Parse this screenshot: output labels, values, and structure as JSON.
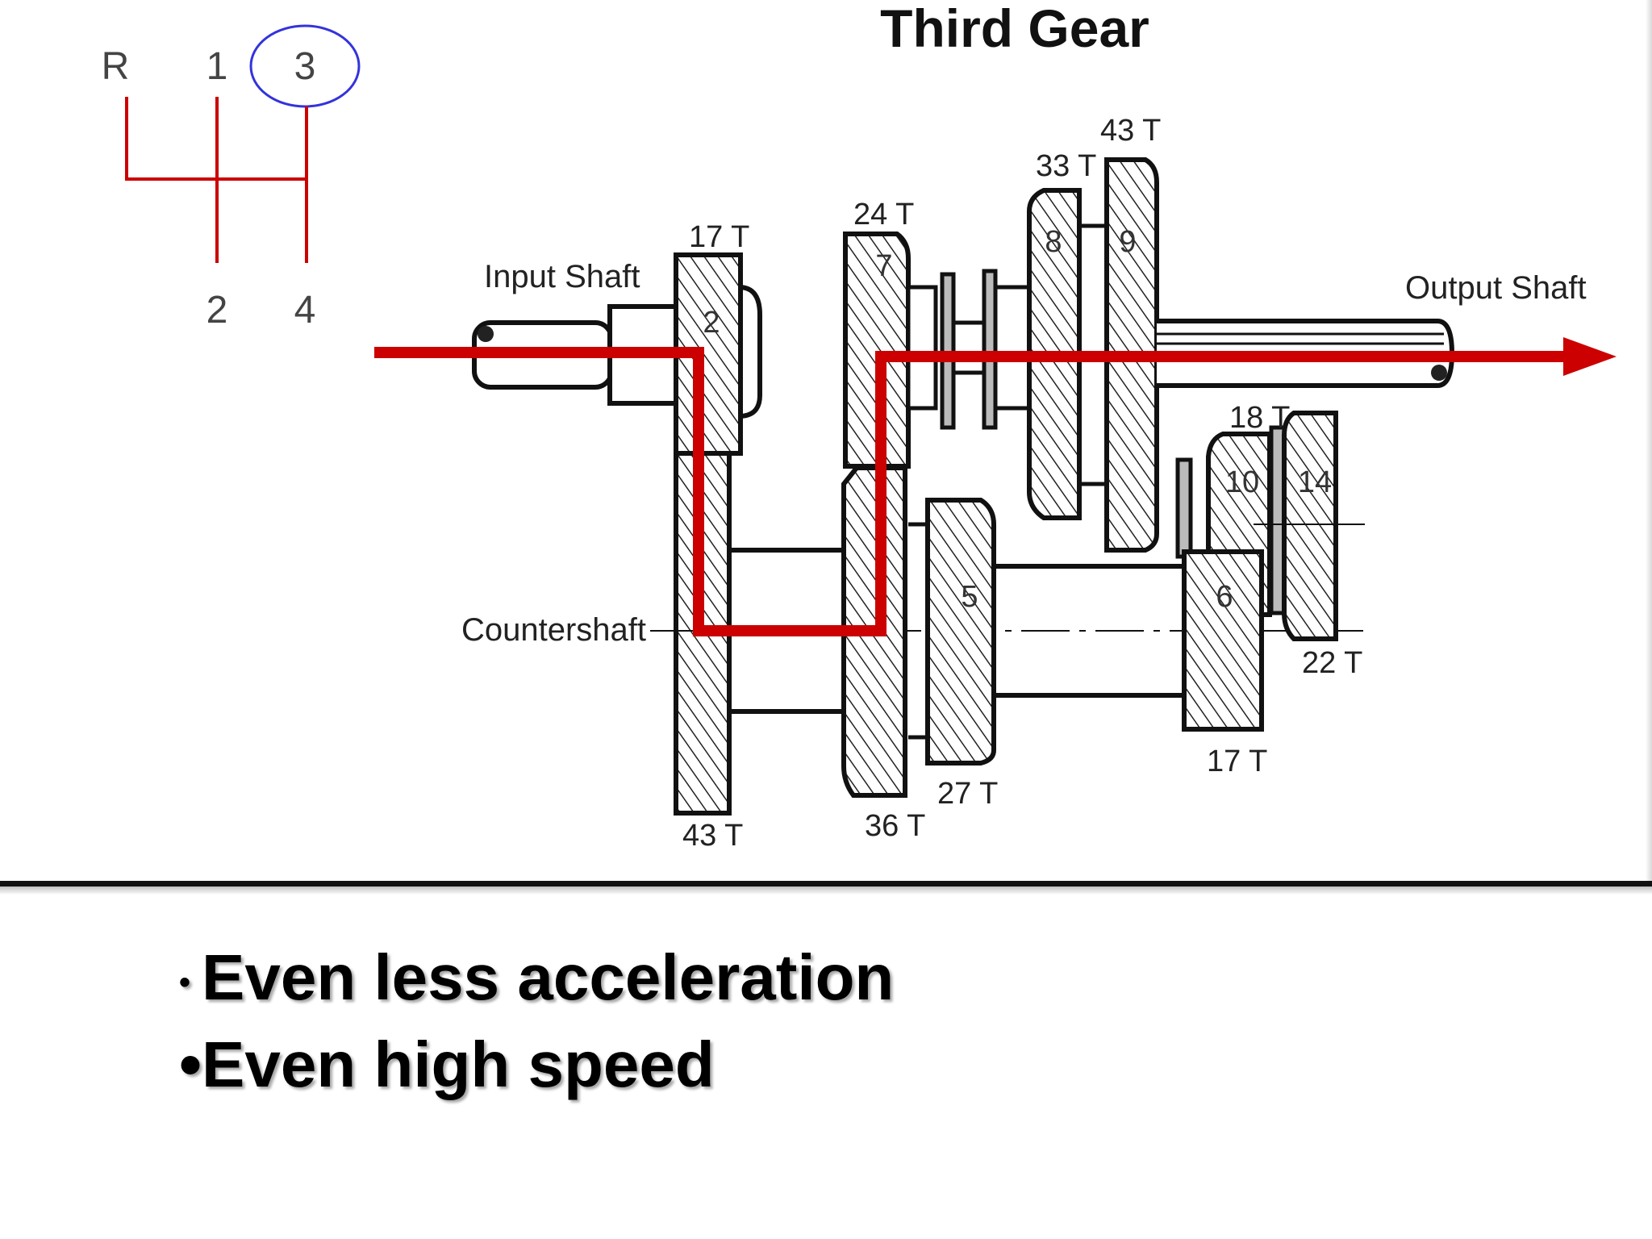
{
  "title": "Third Gear",
  "shift_pattern": {
    "top": [
      "R",
      "1",
      "3"
    ],
    "bottom": [
      "2",
      "4"
    ],
    "selected": "3"
  },
  "shaft_labels": {
    "input": "Input Shaft",
    "output": "Output Shaft",
    "counter": "Countershaft"
  },
  "gear_teeth": [
    "17 T",
    "24 T",
    "33 T",
    "43 T",
    "18 T",
    "22 T",
    "17 T",
    "27 T",
    "36 T",
    "43 T"
  ],
  "gear_numbers": [
    "2",
    "7",
    "8",
    "9",
    "10",
    "14",
    "5",
    "6"
  ],
  "bullets": [
    "Even less acceleration",
    "Even high speed"
  ],
  "colors": {
    "power_flow": "#cc0000",
    "shift_lines": "#cc0000",
    "selected_circle": "#3333dd"
  }
}
